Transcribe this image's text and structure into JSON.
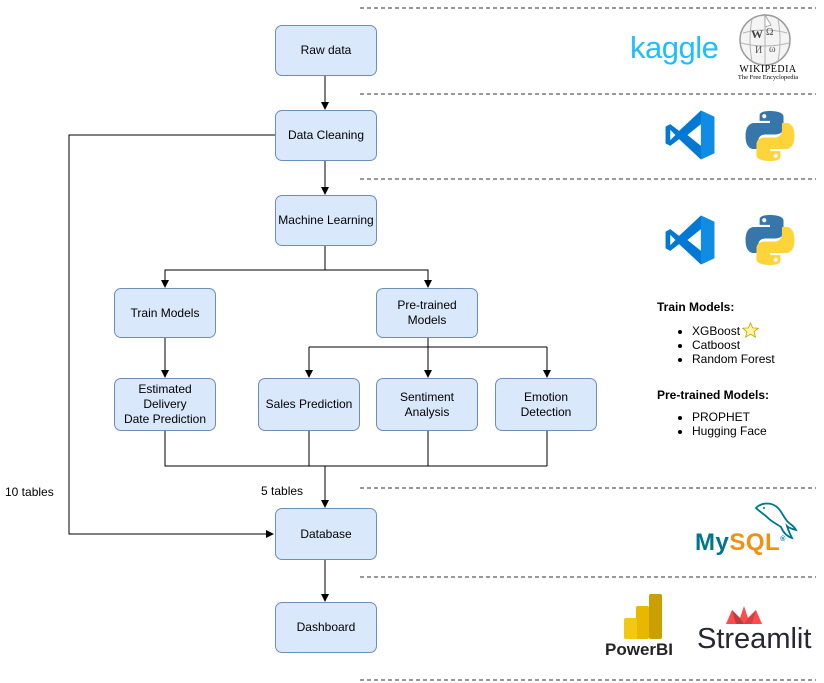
{
  "nodes": {
    "raw_data": "Raw data",
    "data_cleaning": "Data Cleaning",
    "machine_learning": "Machine Learning",
    "train_models": "Train Models",
    "pretrained_models": [
      "Pre-trained",
      "Models"
    ],
    "estimated_delivery": [
      "Estimated Delivery",
      "Date Prediction"
    ],
    "sales_prediction": "Sales Prediction",
    "sentiment_analysis": [
      "Sentiment",
      "Analysis"
    ],
    "emotion_detection": "Emotion Detection",
    "database": "Database",
    "dashboard": "Dashboard"
  },
  "edge_labels": {
    "ten_tables": "10 tables",
    "five_tables": "5 tables"
  },
  "legend": {
    "train_models_title": "Train Models:",
    "train_models_items": [
      "XGBoost",
      "Catboost",
      "Random Forest"
    ],
    "pretrained_title": "Pre-trained Models:",
    "pretrained_items": [
      "PROPHET",
      "Hugging Face"
    ]
  },
  "logos": {
    "kaggle": "kaggle",
    "wikipedia_name": "WIKIPEDIA",
    "wikipedia_tagline": "The Free Encyclopedia",
    "mysql_my": "My",
    "mysql_sql": "SQL",
    "mysql_reg": "®",
    "powerbi": "PowerBI",
    "streamlit": "Streamlit"
  },
  "icons": [
    "vscode-icon",
    "python-icon",
    "wikipedia-globe-icon",
    "mysql-dolphin-icon",
    "powerbi-icon",
    "streamlit-crown-icon",
    "star-icon"
  ],
  "colors": {
    "node_fill": "#dae8fc",
    "node_border": "#6c8ebf",
    "kaggle": "#20beff",
    "vscode": "#0078d4",
    "python_blue": "#3776ab",
    "python_yellow": "#ffd43b",
    "mysql_blue": "#00758f",
    "mysql_orange": "#f29111",
    "powerbi": "#f2c811",
    "streamlit": "#ff4b4b"
  }
}
